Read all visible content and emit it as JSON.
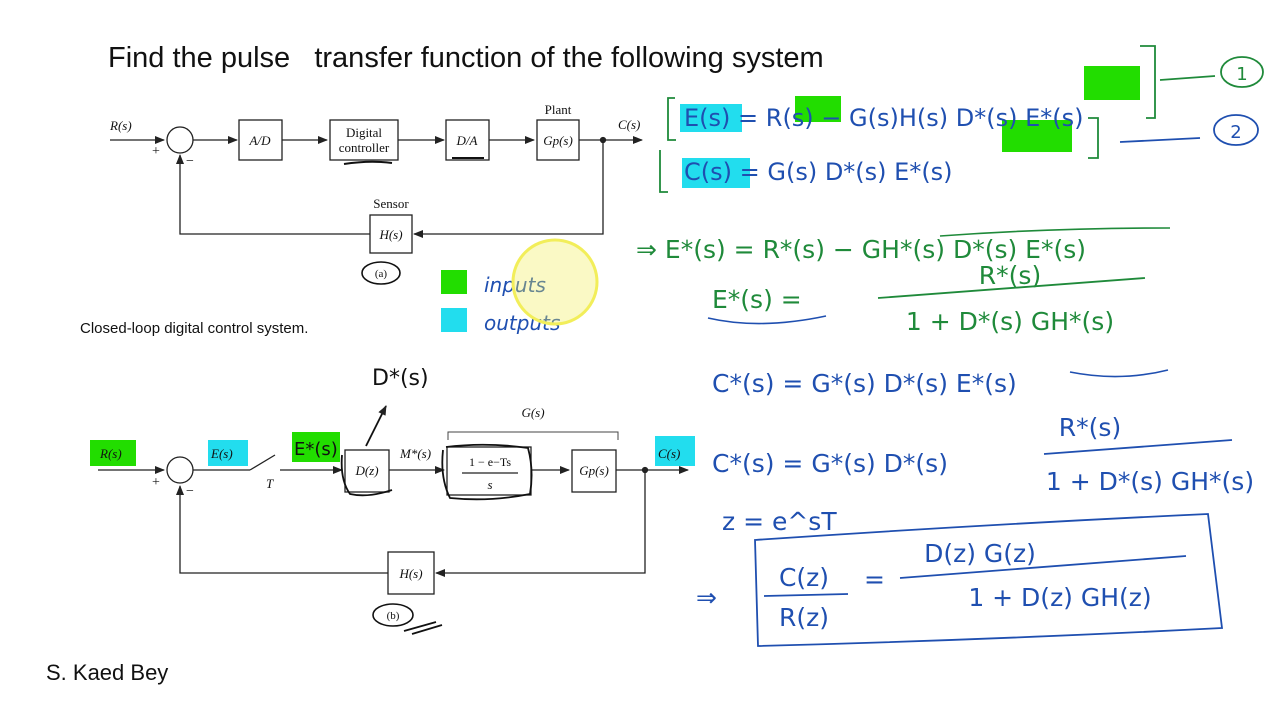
{
  "slide": {
    "title": "Find the pulse   transfer function of the following system",
    "caption": "Closed-loop digital control system.",
    "author": "S. Kaed Bey"
  },
  "diagram_a": {
    "input": "R(s)",
    "output": "C(s)",
    "plus": "+",
    "minus": "−",
    "ad_label": "A/D",
    "controller_line1": "Digital",
    "controller_line2": "controller",
    "da_label": "D/A",
    "plant_header": "Plant",
    "plant_label": "Gp(s)",
    "sensor_header": "Sensor",
    "sensor_label": "H(s)",
    "tag": "(a)"
  },
  "diagram_b": {
    "input": "R(s)",
    "error": "E(s)",
    "sampled_error": "E*(s)",
    "controller_star": "D*(s)",
    "sampler": "T",
    "controller": "D(z)",
    "mstar": "M*(s)",
    "g_group": "G(s)",
    "zoh_numerator": "1 − e−Ts",
    "zoh_denominator": "s",
    "plant": "Gp(s)",
    "output": "C(s)",
    "feedback": "H(s)",
    "plus": "+",
    "minus": "−",
    "tag": "(b)"
  },
  "legend": {
    "inputs": "inputs",
    "outputs": "outputs"
  },
  "colors": {
    "input_highlight": "#22dd00",
    "output_highlight": "#22ddee",
    "ink_blue": "#1f4fb0",
    "ink_green": "#1f8a3a",
    "cursor_ring": "#f2ee5a"
  },
  "notes": {
    "eq1": "E(s) = R(s) − G(s)H(s) D*(s) E*(s)",
    "eq1_tag": "1",
    "eq2": "C(s) = G(s) D*(s) E*(s)",
    "eq2_tag": "2",
    "eq3": "⇒ E*(s) = R*(s) − GH*(s) D*(s) E*(s)",
    "eq4_lhs": "E*(s) =",
    "eq4_num": "R*(s)",
    "eq4_den": "1 + D*(s) GH*(s)",
    "eq5": "C*(s) = G*(s) D*(s) E*(s)",
    "eq6_lhs": "C*(s) = G*(s) D*(s)",
    "eq6_num": "R*(s)",
    "eq6_den": "1 + D*(s) GH*(s)",
    "eq7": "z = e^sT",
    "final_arrow": "⇒",
    "final_lhs_num": "C(z)",
    "final_lhs_den": "R(z)",
    "final_eq": "=",
    "final_num": "D(z) G(z)",
    "final_den": "1 + D(z) GH(z)"
  }
}
